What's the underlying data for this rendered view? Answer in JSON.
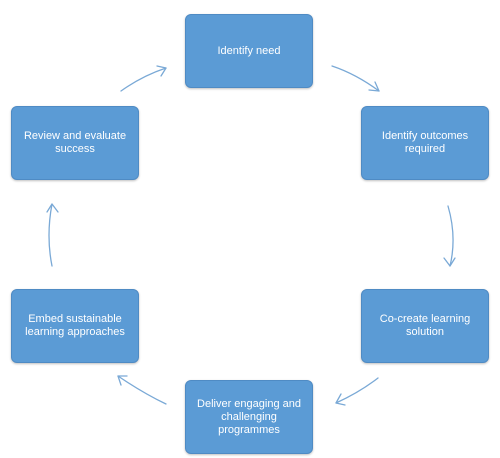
{
  "nodes": [
    {
      "id": "identify-need",
      "label": "Identify need"
    },
    {
      "id": "identify-outcomes",
      "label": "Identify outcomes required"
    },
    {
      "id": "co-create",
      "label": "Co-create learning solution"
    },
    {
      "id": "deliver",
      "label": "Deliver engaging and challenging programmes"
    },
    {
      "id": "embed",
      "label": "Embed sustainable learning approaches"
    },
    {
      "id": "review",
      "label": "Review and evaluate success"
    }
  ],
  "colors": {
    "node_fill": "#5b9bd5",
    "node_text": "#ffffff",
    "arrow": "#7aa9d6"
  }
}
